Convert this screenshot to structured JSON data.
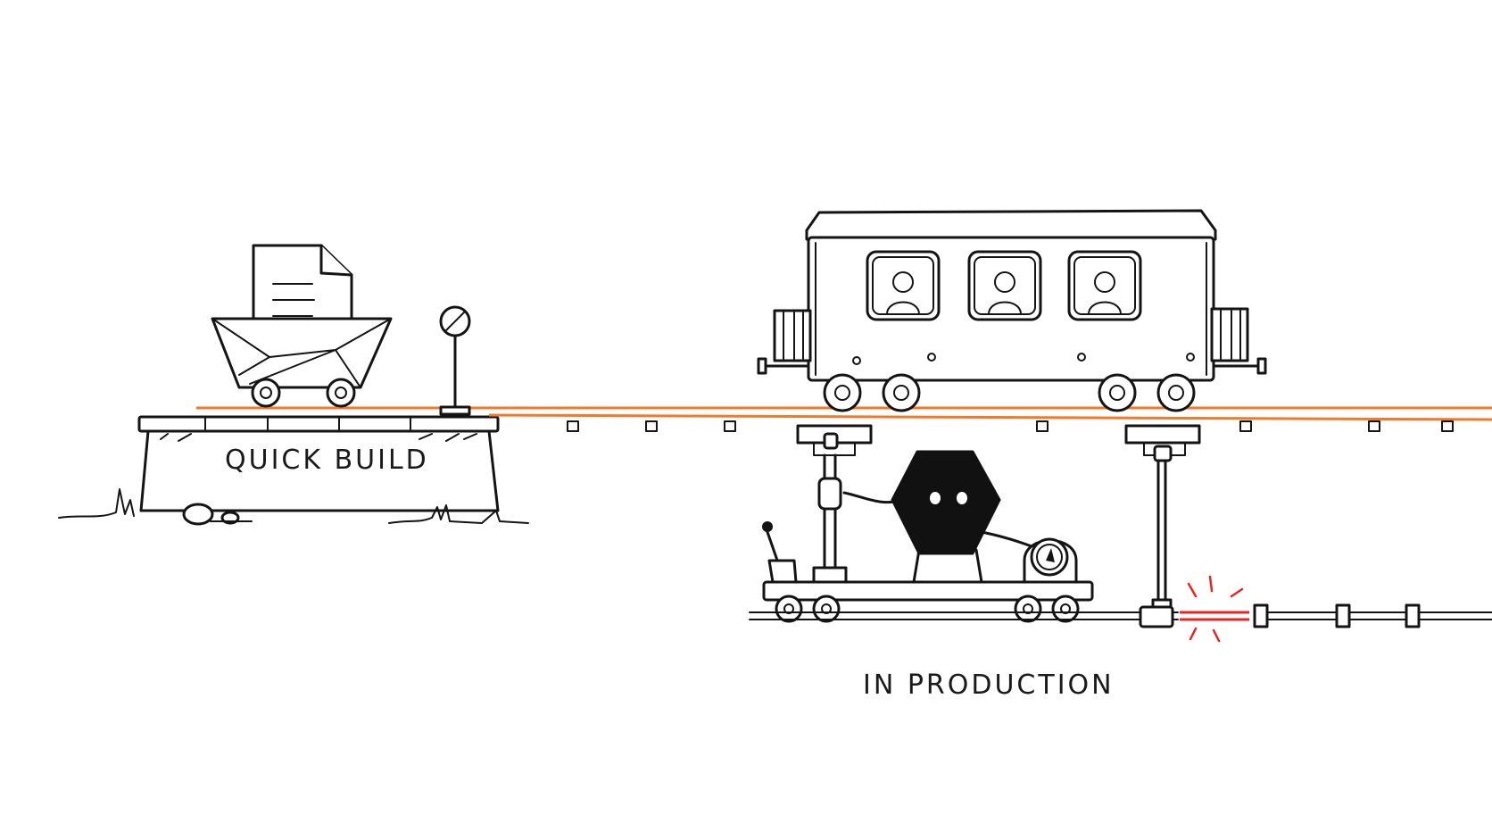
{
  "labels": {
    "quick_build": "QUICK BUILD",
    "in_production": "IN PRODUCTION"
  },
  "colors": {
    "ink": "#141414",
    "rail_accent": "#f07a2a",
    "fault_red": "#e82424",
    "background": "#ffffff"
  },
  "elements": {
    "left_cart_cargo": "document-icon",
    "signal": "stop-signal-icon",
    "train_car_passengers": 3,
    "robot": "hexagon-robot",
    "gauge": "pressure-gauge-icon",
    "fault": "broken-pipe-spark"
  }
}
